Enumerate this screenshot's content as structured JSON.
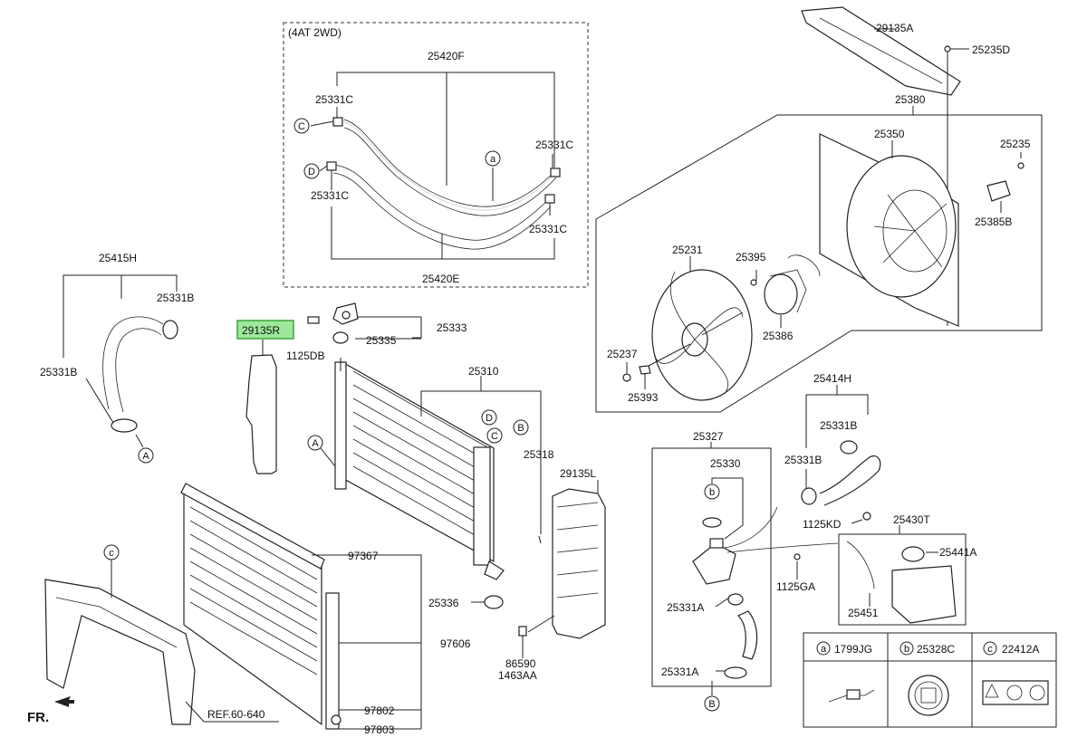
{
  "variant_label": "(4AT 2WD)",
  "highlighted_part": "29135R",
  "parts": {
    "p25420F": "25420F",
    "p25331C_a": "25331C",
    "p25331C_b": "25331C",
    "p25331C_c": "25331C",
    "p25331C_d": "25331C",
    "p25420E": "25420E",
    "p25415H": "25415H",
    "p25331B_a": "25331B",
    "p25331B_b": "25331B",
    "p29135R": "29135R",
    "p25333": "25333",
    "p1125DB": "1125DB",
    "p25335": "25335",
    "p25310": "25310",
    "p25318": "25318",
    "p29135L": "29135L",
    "p97367": "97367",
    "p97606": "97606",
    "p97802": "97802",
    "p97803": "97803",
    "p25336": "25336",
    "p86590": "86590",
    "p1463AA": "1463AA",
    "ref": "REF.60-640",
    "p29135A": "29135A",
    "p25235D": "25235D",
    "p25380": "25380",
    "p25350": "25350",
    "p25235": "25235",
    "p25385B": "25385B",
    "p25231": "25231",
    "p25395": "25395",
    "p25386": "25386",
    "p25237": "25237",
    "p25393": "25393",
    "p25414H": "25414H",
    "p25331B_c": "25331B",
    "p25331B_d": "25331B",
    "p25327": "25327",
    "p25330": "25330",
    "p1125KD": "1125KD",
    "p25430T": "25430T",
    "p25441A": "25441A",
    "p1125GA": "1125GA",
    "p25331A_a": "25331A",
    "p25331A_b": "25331A",
    "p25451": "25451"
  },
  "callouts": {
    "a": "a",
    "b": "b",
    "c": "c",
    "A": "A",
    "B": "B",
    "C": "C",
    "D": "D"
  },
  "legend": {
    "a_code": "1799JG",
    "b_code": "25328C",
    "c_code": "22412A"
  },
  "fr_label": "FR."
}
